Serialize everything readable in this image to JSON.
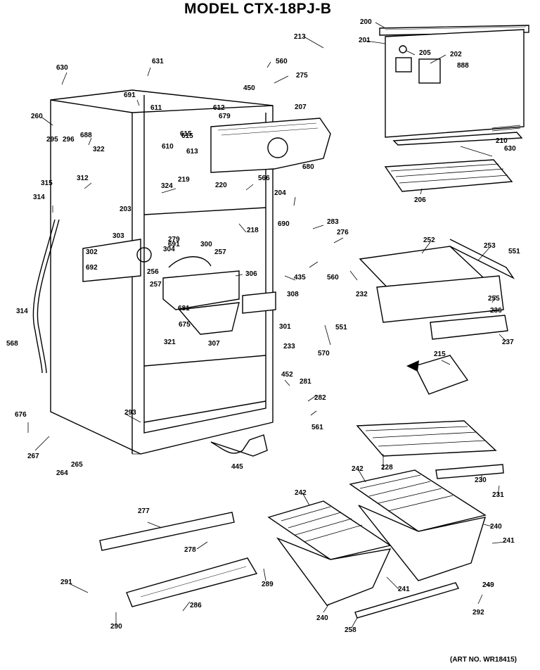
{
  "title": "MODEL CTX-18PJ-B",
  "art_number": "(ART NO. WR18415)",
  "callouts": [
    "200",
    "201",
    "205",
    "202",
    "888",
    "213",
    "560",
    "275",
    "450",
    "631",
    "630",
    "691",
    "611",
    "612",
    "679",
    "207",
    "260",
    "688",
    "295",
    "296",
    "322",
    "610",
    "615",
    "613",
    "680",
    "615",
    "210",
    "630",
    "206",
    "324",
    "219",
    "220",
    "566",
    "315",
    "312",
    "314",
    "204",
    "203",
    "218",
    "283",
    "690",
    "279",
    "276",
    "303",
    "691",
    "300",
    "257",
    "252",
    "253",
    "551",
    "302",
    "304",
    "692",
    "256",
    "306",
    "435",
    "560",
    "257",
    "308",
    "255",
    "681",
    "236",
    "232",
    "314",
    "675",
    "301",
    "551",
    "568",
    "307",
    "237",
    "321",
    "233",
    "570",
    "215",
    "452",
    "281",
    "282",
    "293",
    "676",
    "561",
    "267",
    "445",
    "228",
    "265",
    "264",
    "242",
    "230",
    "242",
    "231",
    "277",
    "240",
    "241",
    "278",
    "289",
    "241",
    "291",
    "286",
    "249",
    "240",
    "292",
    "290",
    "258"
  ]
}
